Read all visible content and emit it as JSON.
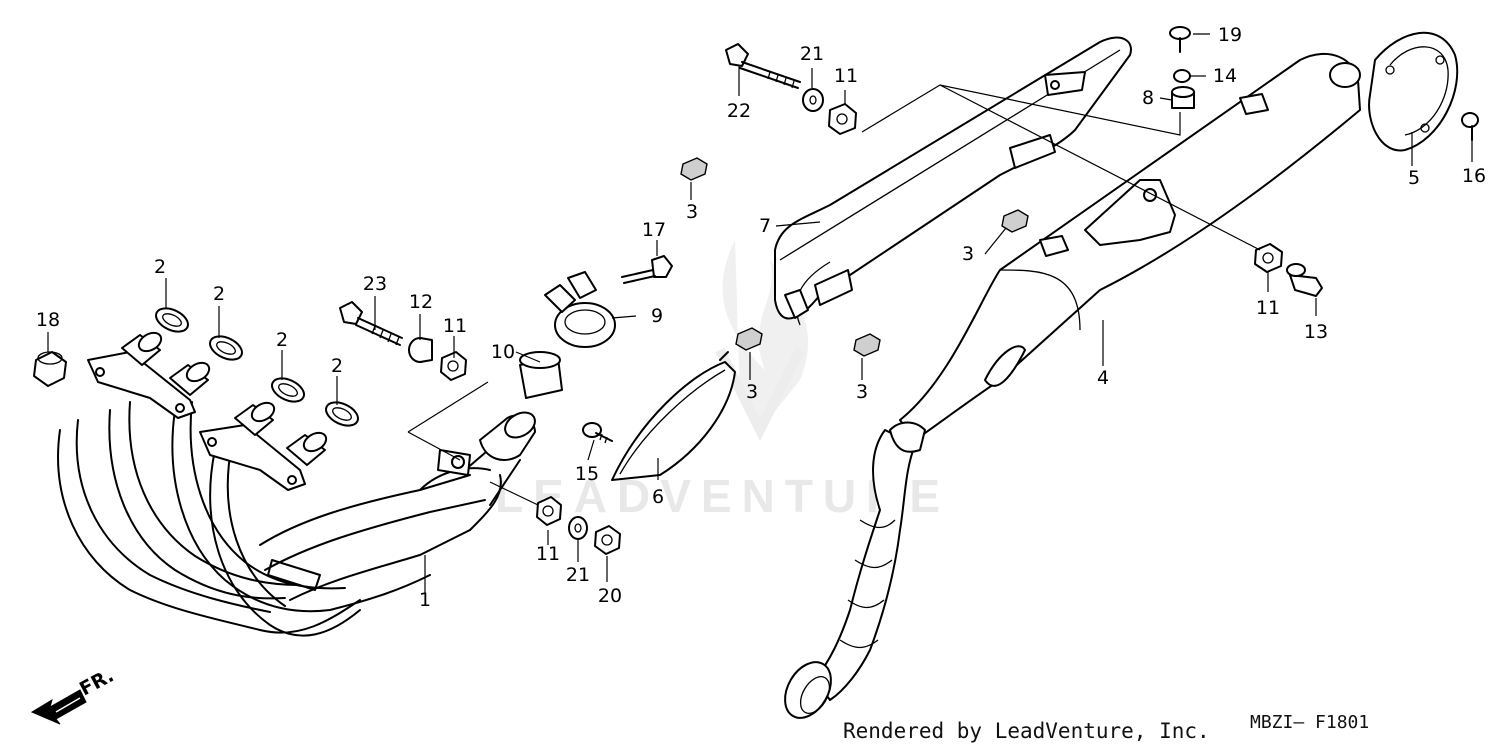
{
  "diagram": {
    "part_numbers": [
      "1",
      "2",
      "2",
      "2",
      "2",
      "3",
      "3",
      "3",
      "3",
      "4",
      "5",
      "6",
      "7",
      "8",
      "9",
      "10",
      "11",
      "11",
      "11",
      "11",
      "12",
      "13",
      "14",
      "15",
      "16",
      "17",
      "18",
      "19",
      "20",
      "21",
      "21",
      "22",
      "23"
    ],
    "front_indicator": "FR.",
    "credit": "Rendered by LeadVenture, Inc.",
    "diagram_code": "MBZI— F1801",
    "watermark": "LEADVENTURE"
  }
}
